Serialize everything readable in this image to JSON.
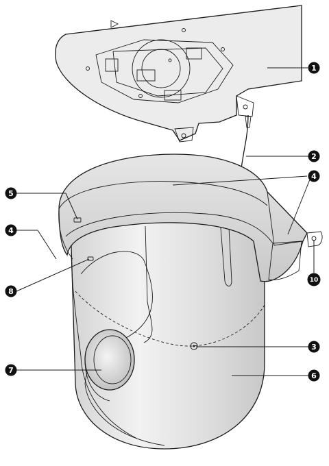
{
  "callouts": [
    {
      "id": "1",
      "label": "1"
    },
    {
      "id": "2",
      "label": "2"
    },
    {
      "id": "3",
      "label": "3"
    },
    {
      "id": "4a",
      "label": "4"
    },
    {
      "id": "4b",
      "label": "4"
    },
    {
      "id": "5",
      "label": "5"
    },
    {
      "id": "6",
      "label": "6"
    },
    {
      "id": "7",
      "label": "7"
    },
    {
      "id": "8",
      "label": "8"
    },
    {
      "id": "10",
      "label": "10"
    }
  ],
  "colors": {
    "line": "#1a1a1a",
    "shade_light": "#ececec",
    "shade_mid": "#d9d9d9",
    "shade_dark": "#c4c4c4",
    "callout_fill": "#111111",
    "callout_text": "#ffffff"
  }
}
